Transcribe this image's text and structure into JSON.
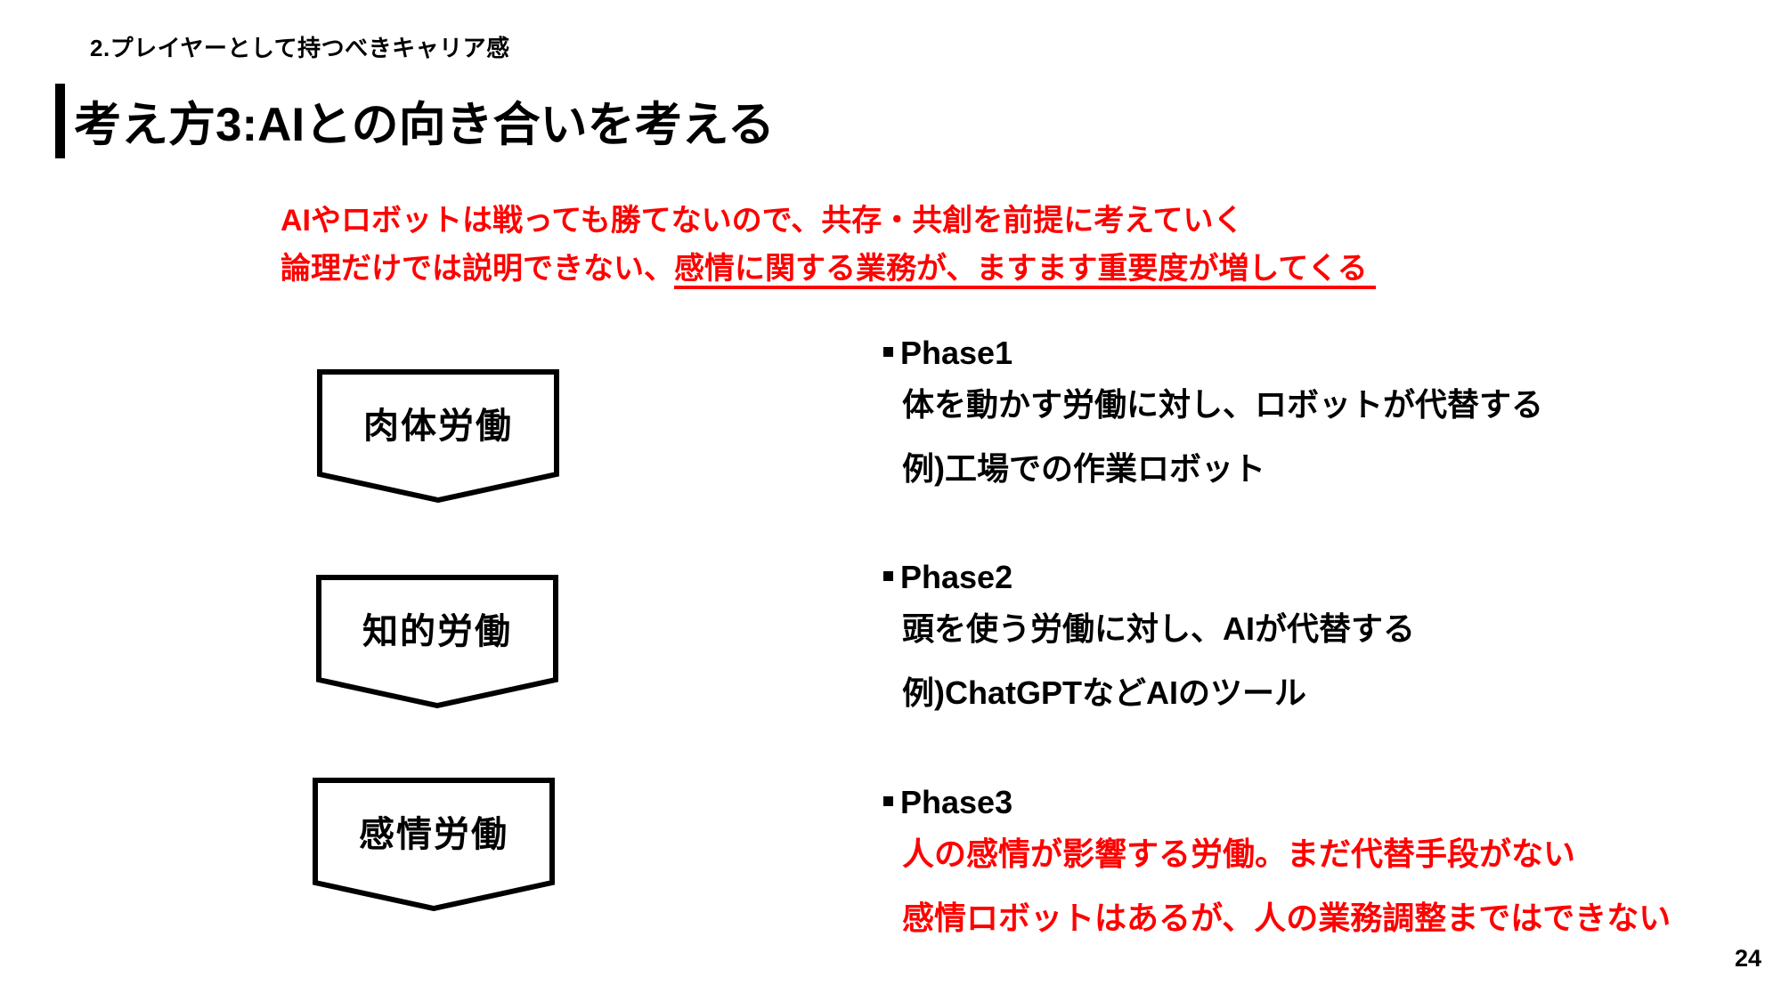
{
  "slide": {
    "breadcrumb": "2.プレイヤーとして持つべきキャリア感",
    "title": "考え方3:AIとの向き合いを考える",
    "page_number": "24"
  },
  "lead": {
    "line1": "AIやロボットは戦っても勝てないので、共存・共創を前提に考えていく",
    "line2_plain": "論理だけでは説明できない、",
    "line2_underlined": "感情に関する業務が、ますます重要度が増してくる "
  },
  "labor_types": [
    {
      "label": "肉体労働"
    },
    {
      "label": "知的労働"
    },
    {
      "label": "感情労働"
    }
  ],
  "phases": [
    {
      "label": "Phase1",
      "line1": "体を動かす労働に対し、ロボットが代替する",
      "line2": "例)工場での作業ロボット",
      "emphasis": false
    },
    {
      "label": "Phase2",
      "line1": "頭を使う労働に対し、AIが代替する",
      "line2": "例)ChatGPTなどAIのツール",
      "emphasis": false
    },
    {
      "label": "Phase3",
      "line1": "人の感情が影響する労働。まだ代替手段がない",
      "line2": "感情ロボットはあるが、人の業務調整まではできない",
      "emphasis": true
    }
  ],
  "colors": {
    "emphasis_red": "#FF0000",
    "text_black": "#000000",
    "background": "#FFFFFF"
  }
}
